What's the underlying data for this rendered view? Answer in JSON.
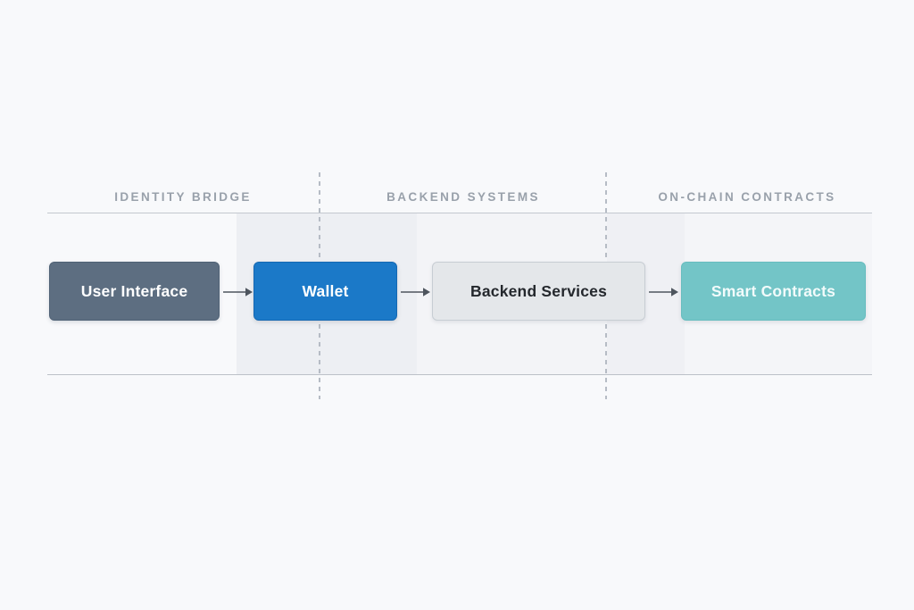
{
  "diagram": {
    "lanes": [
      {
        "label": "IDENTITY BRIDGE"
      },
      {
        "label": "BACKEND SYSTEMS"
      },
      {
        "label": "ON-CHAIN CONTRACTS"
      }
    ],
    "nodes": [
      {
        "id": "user-interface",
        "label": "User Interface",
        "fill": "#5d6e81",
        "border": "#506276",
        "text_color": "#ffffff"
      },
      {
        "id": "wallet",
        "label": "Wallet",
        "fill": "#1b79c8",
        "border": "#1568b2",
        "text_color": "#ffffff"
      },
      {
        "id": "backend-services",
        "label": "Backend Services",
        "fill": "#e4e7ea",
        "border": "#c7cdd3",
        "text_color": "#24282d"
      },
      {
        "id": "smart-contracts",
        "label": "Smart Contracts",
        "fill": "#73c5c7",
        "border": "#67bdbf",
        "text_color": "#f2fbfb"
      }
    ],
    "edges": [
      {
        "from": "User Interface",
        "to": "Wallet"
      },
      {
        "from": "Wallet",
        "to": "Backend Services"
      },
      {
        "from": "Backend Services",
        "to": "Smart Contracts"
      }
    ],
    "colors": {
      "page_background": "#f8f9fb",
      "band_highlight": "#edeff3",
      "lane_label": "#99a1ab",
      "rule": "#c3c8cf",
      "dashed_divider": "#b6bcc5",
      "arrow": "#4e555e"
    }
  }
}
